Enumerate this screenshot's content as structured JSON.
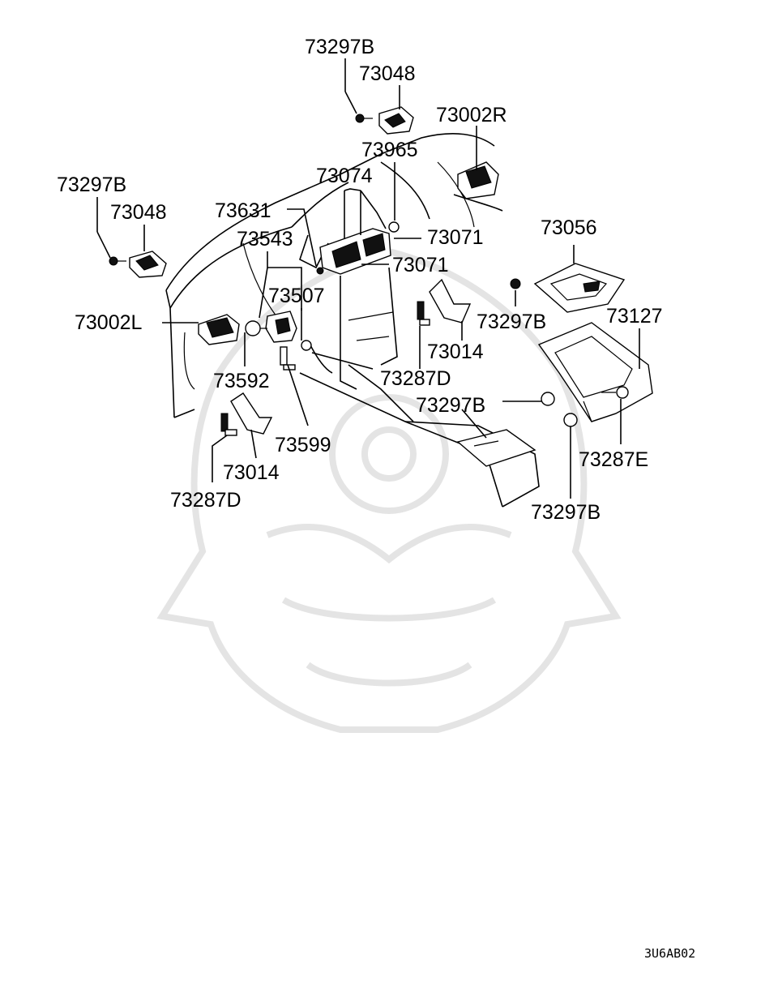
{
  "diagram": {
    "labels": {
      "l01": "73297B",
      "l02": "73048",
      "l03": "73002R",
      "l04": "73965",
      "l05": "73297B",
      "l06": "73074",
      "l07": "73048",
      "l08": "73631",
      "l09": "73071",
      "l10": "73543",
      "l11": "73056",
      "l12": "73071",
      "l13": "73507",
      "l14": "73002L",
      "l15": "73297B",
      "l16": "73127",
      "l17": "73014",
      "l18": "73592",
      "l19": "73287D",
      "l20": "73297B",
      "l21": "73599",
      "l22": "73287E",
      "l23": "73014",
      "l24": "73287D",
      "l25": "73297B"
    },
    "figure_code": "3U6AB02"
  }
}
